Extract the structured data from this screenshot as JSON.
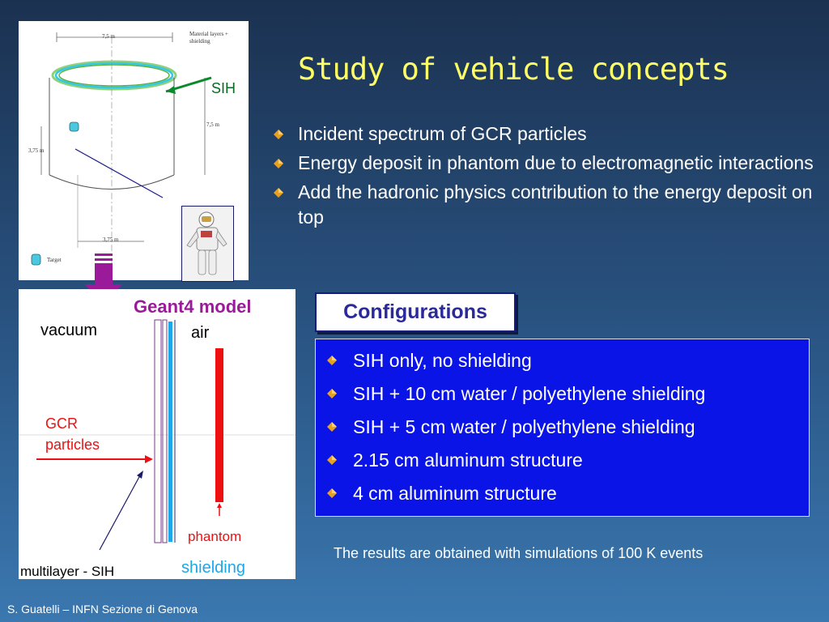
{
  "slide": {
    "title": "Study of vehicle concepts",
    "bullets": [
      "Incident spectrum of GCR particles",
      "Energy deposit in phantom due to electromagnetic interactions",
      "Add the hadronic physics contribution to the energy deposit on top"
    ],
    "footer": "S. Guatelli – INFN Sezione di Genova",
    "results_note": "The results are obtained with simulations of 100 K events"
  },
  "vehicle_figure": {
    "sih_label": "SIH",
    "annotations": {
      "material_layers": "Material layers + shielding",
      "diameter": "7,5 m",
      "height": "7,5 m",
      "half_height": "3,75 m",
      "radius": "3,75 m",
      "target": "Target"
    }
  },
  "geant4_model": {
    "title": "Geant4 model",
    "vacuum": "vacuum",
    "air": "air",
    "gcr_particles": "GCR particles",
    "phantom": "phantom",
    "shielding": "shielding",
    "multilayer": "multilayer - SIH"
  },
  "configurations": {
    "title": "Configurations",
    "items": [
      "SIH only, no shielding",
      "SIH + 10 cm water / polyethylene shielding",
      "SIH + 5 cm water / polyethylene shielding",
      "2.15 cm aluminum structure",
      "4 cm aluminum structure"
    ]
  },
  "colors": {
    "title": "#ffff66",
    "geant4_title": "#9a1a9a",
    "config_box": "#0a14e6",
    "gcr": "#e00000",
    "shielding": "#1aa8e8",
    "sih_arrow": "#0a8a2a"
  }
}
